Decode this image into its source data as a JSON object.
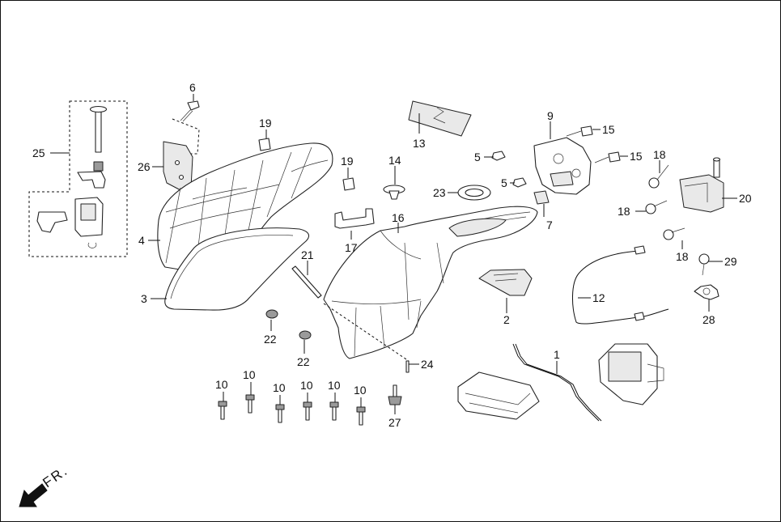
{
  "direction_label": "FR.",
  "callouts": {
    "c1": "1",
    "c2": "2",
    "c3": "3",
    "c4": "4",
    "c5a": "5",
    "c5b": "5",
    "c6": "6",
    "c7": "7",
    "c9": "9",
    "c10a": "10",
    "c10b": "10",
    "c10c": "10",
    "c10d": "10",
    "c10e": "10",
    "c10f": "10",
    "c12": "12",
    "c13": "13",
    "c14": "14",
    "c15a": "15",
    "c15b": "15",
    "c16": "16",
    "c17": "17",
    "c18a": "18",
    "c18b": "18",
    "c18c": "18",
    "c19a": "19",
    "c19b": "19",
    "c20": "20",
    "c21": "21",
    "c22a": "22",
    "c22b": "22",
    "c23": "23",
    "c24": "24",
    "c25": "25",
    "c26": "26",
    "c27": "27",
    "c28": "28",
    "c29": "29"
  }
}
